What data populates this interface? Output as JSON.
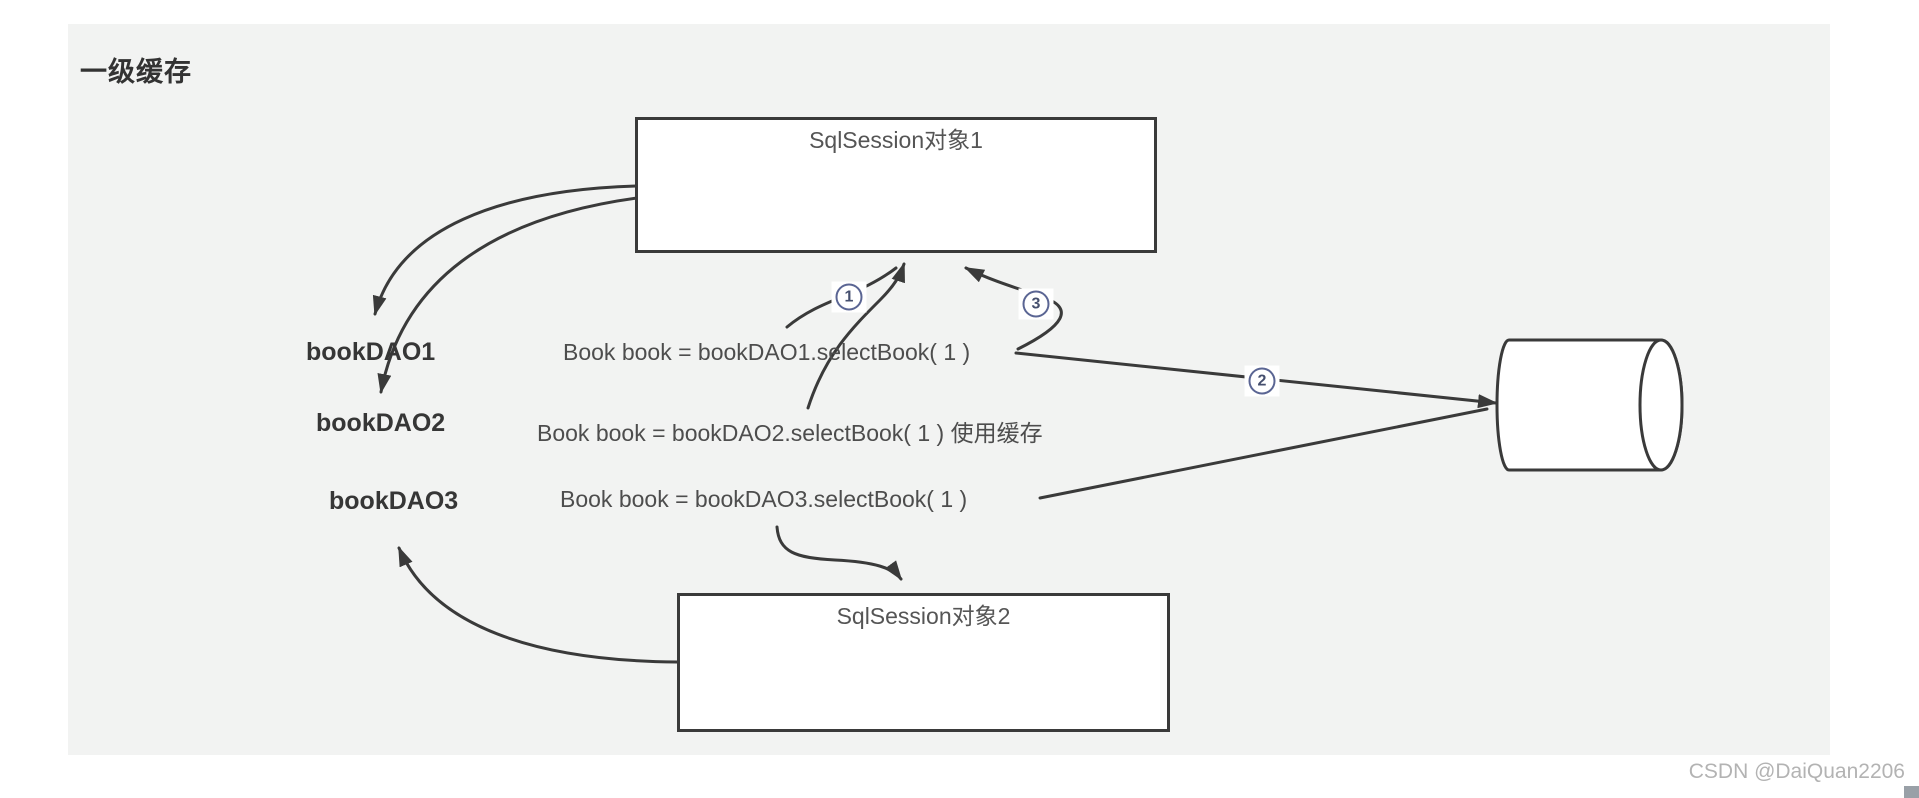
{
  "page": {
    "title": "一级缓存",
    "watermark": "CSDN @DaiQuan2206"
  },
  "diagram": {
    "session1_label": "SqlSession对象1",
    "session2_label": "SqlSession对象2",
    "daos": [
      {
        "label": "bookDAO1"
      },
      {
        "label": "bookDAO2"
      },
      {
        "label": "bookDAO3"
      }
    ],
    "calls": [
      {
        "label": "Book book = bookDAO1.selectBook( 1 )"
      },
      {
        "label": "Book book = bookDAO2.selectBook( 1 ) 使用缓存"
      },
      {
        "label": "Book book = bookDAO3.selectBook( 1 )"
      }
    ],
    "steps": [
      {
        "number": "1",
        "glyph": "①"
      },
      {
        "number": "2",
        "glyph": "②"
      },
      {
        "number": "3",
        "glyph": "③"
      }
    ],
    "colors": {
      "stroke": "#3a3a3a",
      "canvas_bg": "#f2f3f2",
      "step_accent": "#5a6593",
      "watermark": "#b3b3b3"
    }
  }
}
